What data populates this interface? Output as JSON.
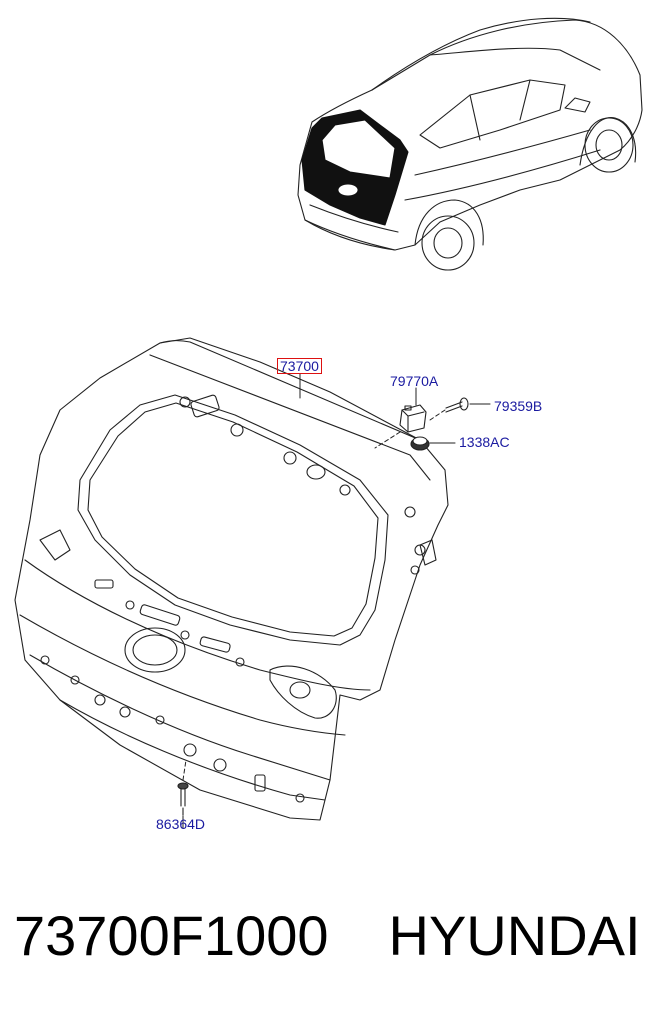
{
  "colors": {
    "callout_text": "#1a1aa0",
    "highlight_box": "#dd1111",
    "line_art": "#222222",
    "glass_fill": "#111111"
  },
  "callouts": {
    "main_part": "73700",
    "hinge": "79770A",
    "bolt": "79359B",
    "nut": "1338AC",
    "screw": "86364D"
  },
  "caption": {
    "part_number": "73700F1000",
    "brand": "HYUNDAI"
  }
}
